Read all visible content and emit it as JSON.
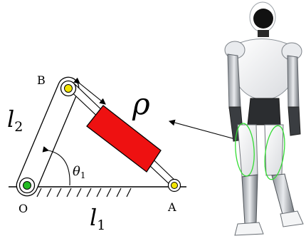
{
  "diagram": {
    "labels": {
      "point_B": "B",
      "point_O": "O",
      "point_A": "A",
      "link_l2": "l",
      "link_l2_sub": "2",
      "link_l1": "l",
      "link_l1_sub": "1",
      "rho": "ρ",
      "theta": "θ",
      "theta_sub": "1"
    },
    "colors": {
      "actuator": "#ee1111",
      "joint_fill": "#f2e400",
      "ground_joint_fill": "#22bb22",
      "highlight": "#33dd33",
      "line": "#000000"
    },
    "icons": [
      "robot-figure-icon"
    ]
  }
}
